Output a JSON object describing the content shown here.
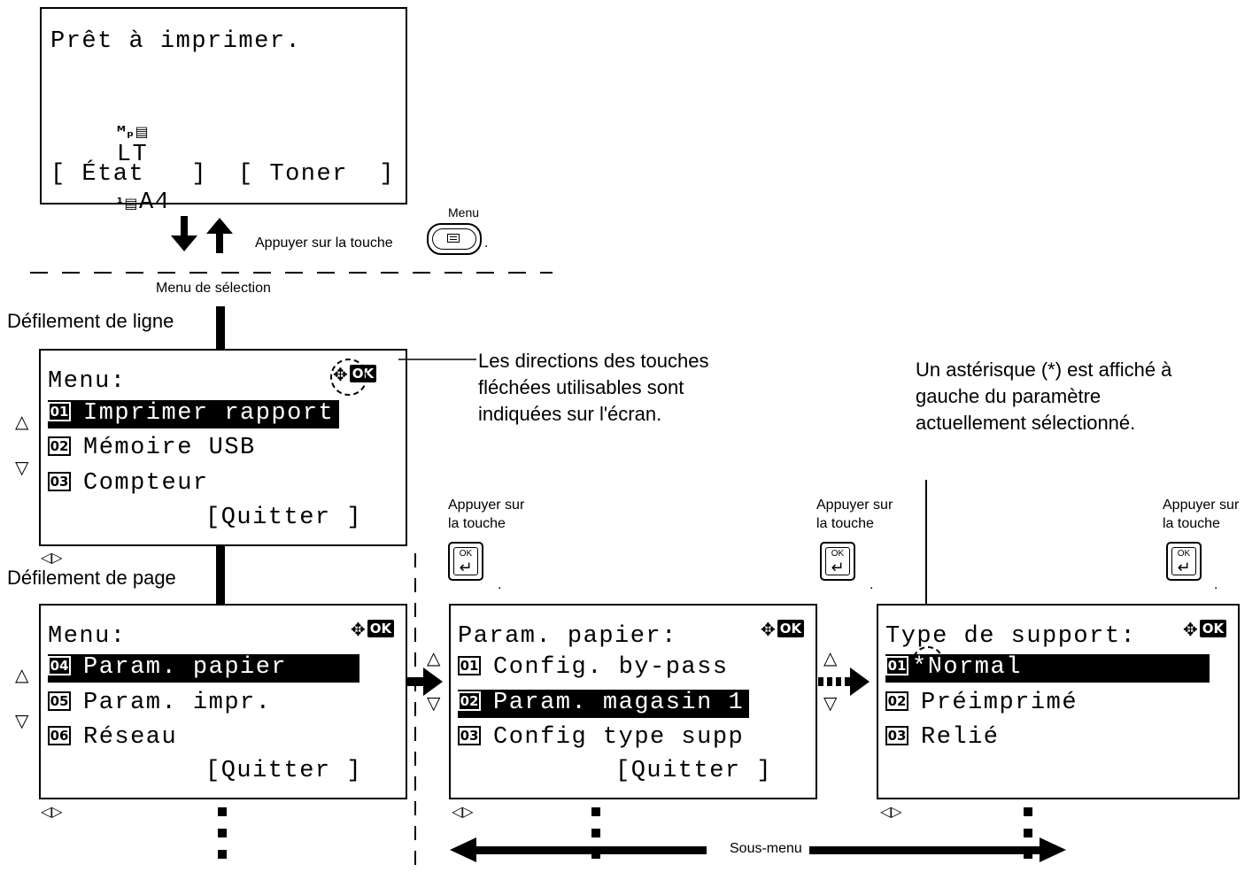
{
  "top_screen": {
    "line1": "Prêt à imprimer.",
    "paper_left": "LT",
    "paper_right": "A4",
    "soft_left": "[ État   ]",
    "soft_right": "[ Toner  ]"
  },
  "menu_key": {
    "label": "Menu",
    "instruction": "Appuyer sur la touche",
    "period": "."
  },
  "section_label": "Menu de sélection",
  "line_scroll_label": "Défilement de ligne",
  "page_scroll_label": "Défilement de page",
  "annotation_arrows": "Les directions des touches fléchées utilisables sont indiquées sur l'écran.",
  "annotation_asterisk": "Un astérisque (*) est affiché à gauche du paramètre actuellement sélectionné.",
  "ok_label": "OK",
  "press_ok": {
    "line1": "Appuyer sur",
    "line2": "la touche",
    "key_text": "OK",
    "period": "."
  },
  "screen_menu1": {
    "title": "Menu:",
    "items": [
      {
        "num": "01",
        "label": "Imprimer rapport"
      },
      {
        "num": "02",
        "label": "Mémoire USB"
      },
      {
        "num": "03",
        "label": "Compteur"
      }
    ],
    "softkey": "[Quitter ]"
  },
  "screen_menu2": {
    "title": "Menu:",
    "items": [
      {
        "num": "04",
        "label": "Param. papier"
      },
      {
        "num": "05",
        "label": "Param. impr."
      },
      {
        "num": "06",
        "label": "Réseau"
      }
    ],
    "softkey": "[Quitter ]"
  },
  "screen_paper": {
    "title": "Param. papier:",
    "items": [
      {
        "num": "01",
        "label": "Config. by-pass"
      },
      {
        "num": "02",
        "label": "Param. magasin 1"
      },
      {
        "num": "03",
        "label": "Config type supp"
      }
    ],
    "softkey": "[Quitter ]"
  },
  "screen_type": {
    "title": "Type de support:",
    "items": [
      {
        "num": "01",
        "label": "*Normal"
      },
      {
        "num": "02",
        "label": "Préimprimé"
      },
      {
        "num": "03",
        "label": "Relié"
      }
    ]
  },
  "submenu_label": "Sous-menu"
}
